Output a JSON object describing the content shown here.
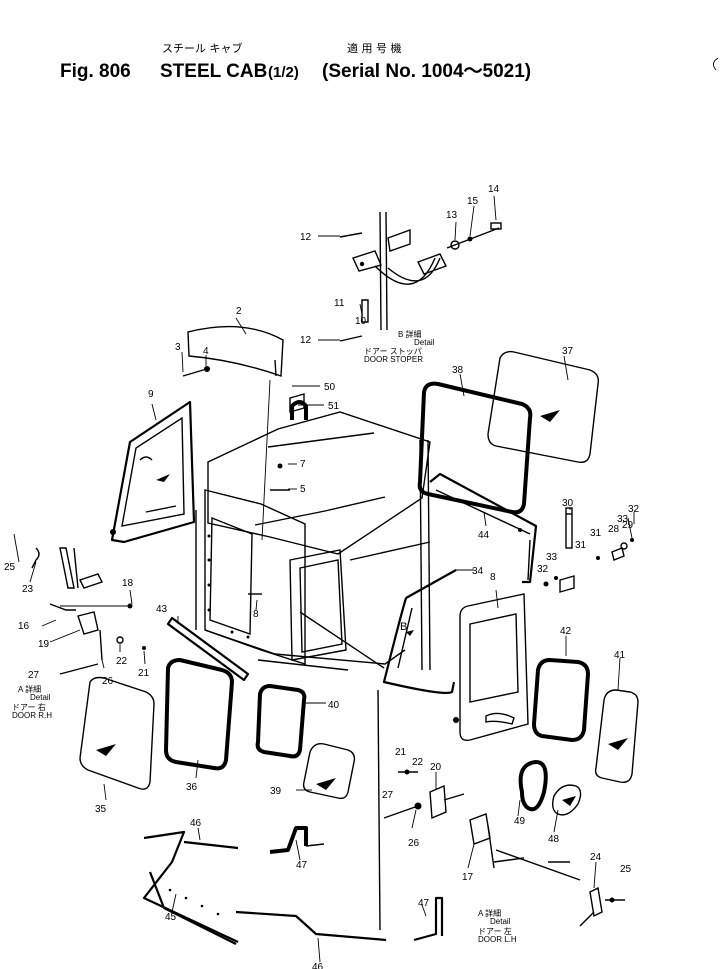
{
  "title": {
    "fig_label": "Fig. 806",
    "name_en": "STEEL CAB",
    "fraction": "(1/2)",
    "name_jp": "スチール キャブ",
    "applicability_jp": "適 用 号 機",
    "serial": "(Serial No. 1004～5021)"
  },
  "details": [
    {
      "id": "detail-b",
      "label_jp": "B 詳細",
      "label_en": "Detail",
      "sub_jp": "ドアー ストッパ",
      "sub_en": "DOOR STOPER"
    },
    {
      "id": "detail-a-rh",
      "label_jp": "A 詳細",
      "label_en": "Detail",
      "sub_jp": "ドアー 右",
      "sub_en": "DOOR R.H"
    },
    {
      "id": "detail-a-lh",
      "label_jp": "A 詳細",
      "label_en": "Detail",
      "sub_jp": "ドアー 左",
      "sub_en": "DOOR L.H"
    }
  ],
  "view_markers": [
    "B",
    "A"
  ],
  "callouts": [
    "2",
    "3",
    "4",
    "5",
    "7",
    "8",
    "8",
    "9",
    "10",
    "11",
    "12",
    "12",
    "13",
    "14",
    "15",
    "16",
    "17",
    "18",
    "19",
    "20",
    "21",
    "21",
    "22",
    "22",
    "23",
    "24",
    "25",
    "25",
    "26",
    "26",
    "27",
    "27",
    "28",
    "29",
    "30",
    "31",
    "31",
    "32",
    "32",
    "33",
    "33",
    "34",
    "35",
    "36",
    "37",
    "38",
    "39",
    "40",
    "41",
    "42",
    "43",
    "44",
    "45",
    "46",
    "46",
    "47",
    "47",
    "48",
    "49",
    "50",
    "51"
  ]
}
